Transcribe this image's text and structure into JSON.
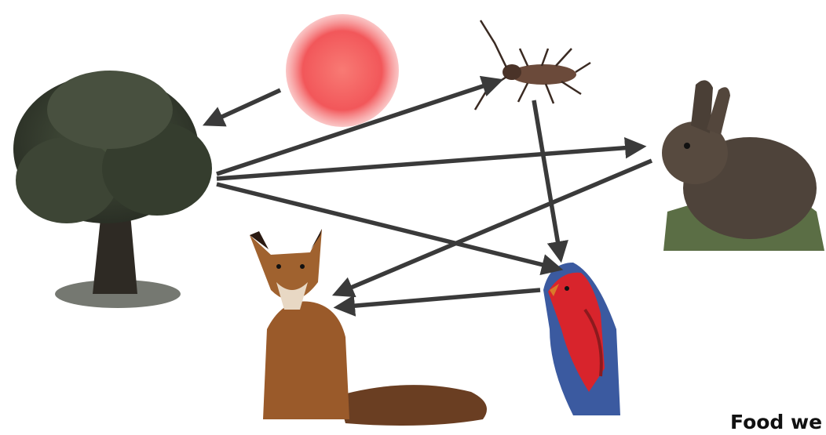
{
  "caption": "Food we",
  "organisms": [
    {
      "id": "sun",
      "icon": "sun-icon"
    },
    {
      "id": "tree",
      "icon": "tree-icon"
    },
    {
      "id": "beetle",
      "icon": "beetle-icon"
    },
    {
      "id": "rabbit",
      "icon": "rabbit-icon"
    },
    {
      "id": "fox",
      "icon": "fox-icon"
    },
    {
      "id": "cardinal",
      "icon": "cardinal-icon"
    }
  ],
  "arrows": [
    {
      "from": "sun",
      "to": "tree"
    },
    {
      "from": "tree",
      "to": "beetle"
    },
    {
      "from": "tree",
      "to": "rabbit"
    },
    {
      "from": "tree",
      "to": "cardinal"
    },
    {
      "from": "beetle",
      "to": "cardinal"
    },
    {
      "from": "rabbit",
      "to": "fox"
    },
    {
      "from": "cardinal",
      "to": "fox"
    }
  ],
  "colors": {
    "arrow": "#3a3a3a",
    "sun": "#f2575a"
  }
}
